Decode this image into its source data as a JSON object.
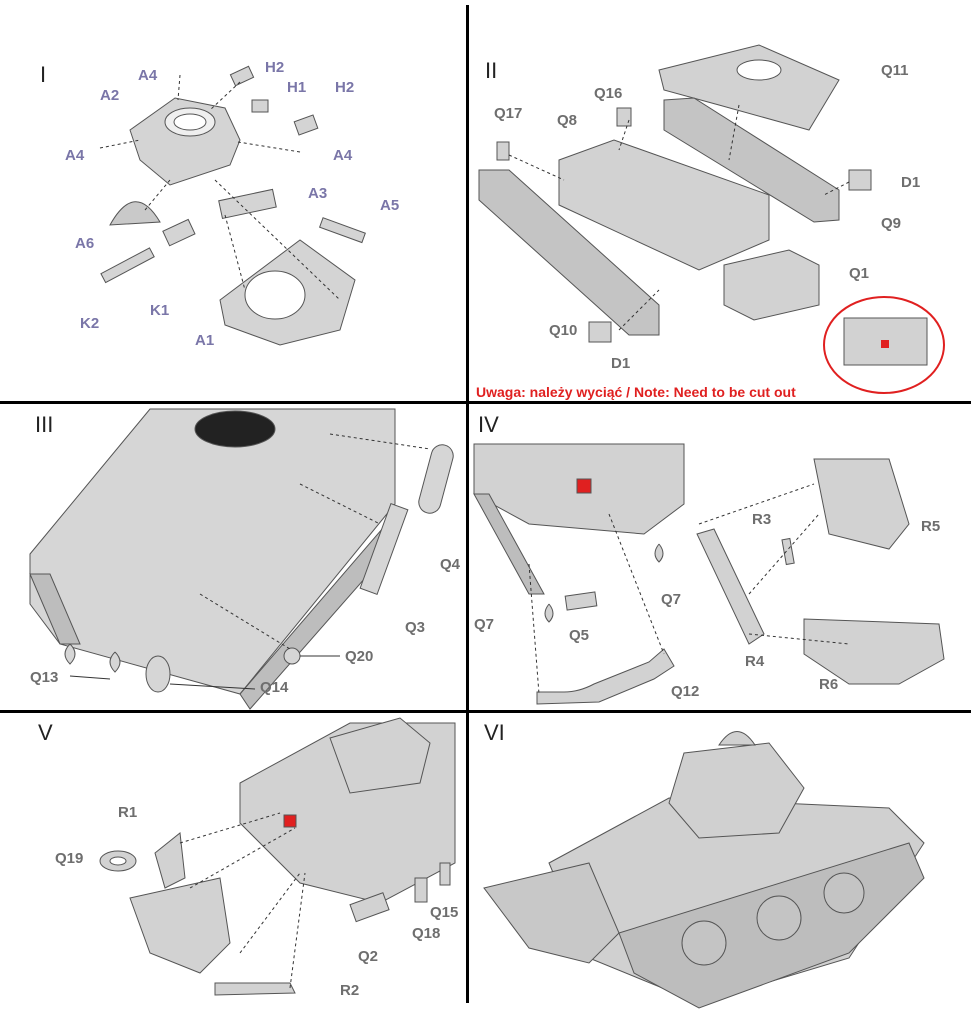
{
  "steps": [
    "I",
    "II",
    "III",
    "IV",
    "V",
    "VI"
  ],
  "panel1": {
    "labels": {
      "a4_top": "A4",
      "h2_top": "H2",
      "a2": "A2",
      "h1": "H1",
      "h2_right": "H2",
      "a4_left": "A4",
      "a4_right": "A4",
      "a3": "A3",
      "a5": "A5",
      "a6": "A6",
      "k1": "K1",
      "k2": "K2",
      "a1": "A1"
    }
  },
  "panel2": {
    "labels": {
      "q11": "Q11",
      "q16": "Q16",
      "q17": "Q17",
      "q8": "Q8",
      "d1_right": "D1",
      "q9": "Q9",
      "q1": "Q1",
      "q10": "Q10",
      "d1_bottom": "D1"
    },
    "note": "Uwaga: należy wyciąć / Note: Need to be cut out"
  },
  "panel3": {
    "labels": {
      "q4": "Q4",
      "q3": "Q3",
      "q20": "Q20",
      "q13": "Q13",
      "q14": "Q14"
    }
  },
  "panel4": {
    "labels": {
      "r3": "R3",
      "r5": "R5",
      "q7_right": "Q7",
      "q7_left": "Q7",
      "q5": "Q5",
      "r4": "R4",
      "r6": "R6",
      "q12": "Q12"
    }
  },
  "panel5": {
    "labels": {
      "r1": "R1",
      "q19": "Q19",
      "q15": "Q15",
      "q18": "Q18",
      "q2": "Q2",
      "r2": "R2"
    }
  },
  "colors": {
    "label_blue": "#7a76a8",
    "label_gray": "#6e6e6e",
    "note_red": "#e02020",
    "part_gray": "#d0d0d0"
  }
}
